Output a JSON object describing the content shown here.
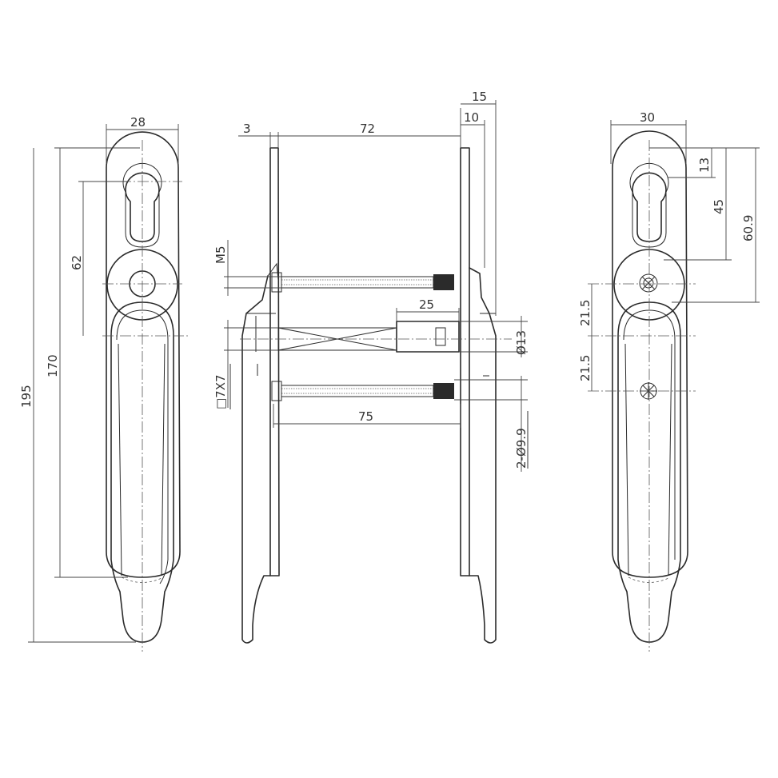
{
  "front_view": {
    "width_label": "28",
    "keyhole_label": "62",
    "length_170_label": "170",
    "length_195_label": "195"
  },
  "side_view": {
    "plate_label": "3",
    "gap_72_label": "72",
    "offset_15_label": "15",
    "offset_10_label": "10",
    "thread_label": "M5",
    "spindle_label": "□7X7",
    "sleeve_25_label": "25",
    "diameter_13_label": "Ø13",
    "screw_75_label": "75",
    "holes_label": "2-Ø9.9"
  },
  "back_view": {
    "width_label": "30",
    "top_13_label": "13",
    "dist_45_label": "45",
    "dist_609_label": "60.9",
    "spacing_a_label": "21.5",
    "spacing_b_label": "21.5"
  }
}
